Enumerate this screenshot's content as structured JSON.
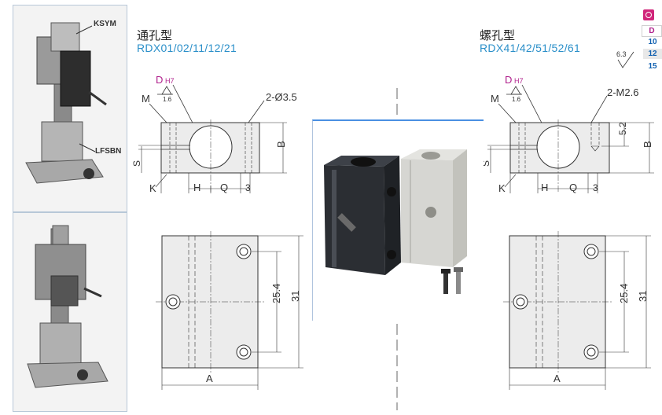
{
  "left_section": {
    "title_cn": "通孔型",
    "codes": "RDX01/02/11/12/21",
    "hole_label": "2-Ø3.5"
  },
  "right_section": {
    "title_cn": "螺孔型",
    "codes": "RDX41/42/51/52/61",
    "hole_label": "2-M2.6",
    "roughness": "6.3",
    "depth": "5.2"
  },
  "callouts": {
    "top": "KSYM",
    "bottom": "LFSBN"
  },
  "dims": {
    "d": "D",
    "h7": "H7",
    "surface": "1.6",
    "m": "M",
    "s": "S",
    "k": "K",
    "h": "H",
    "q": "Q",
    "three": "3",
    "b": "B",
    "a": "A",
    "pitch": "25.4",
    "height": "31"
  },
  "side_tabs": [
    "D",
    "10",
    "12",
    "12",
    "15"
  ],
  "colors": {
    "accent_blue": "#2a8fc9",
    "magenta": "#b0208c",
    "line": "#333333",
    "block_fill": "#ececec"
  }
}
